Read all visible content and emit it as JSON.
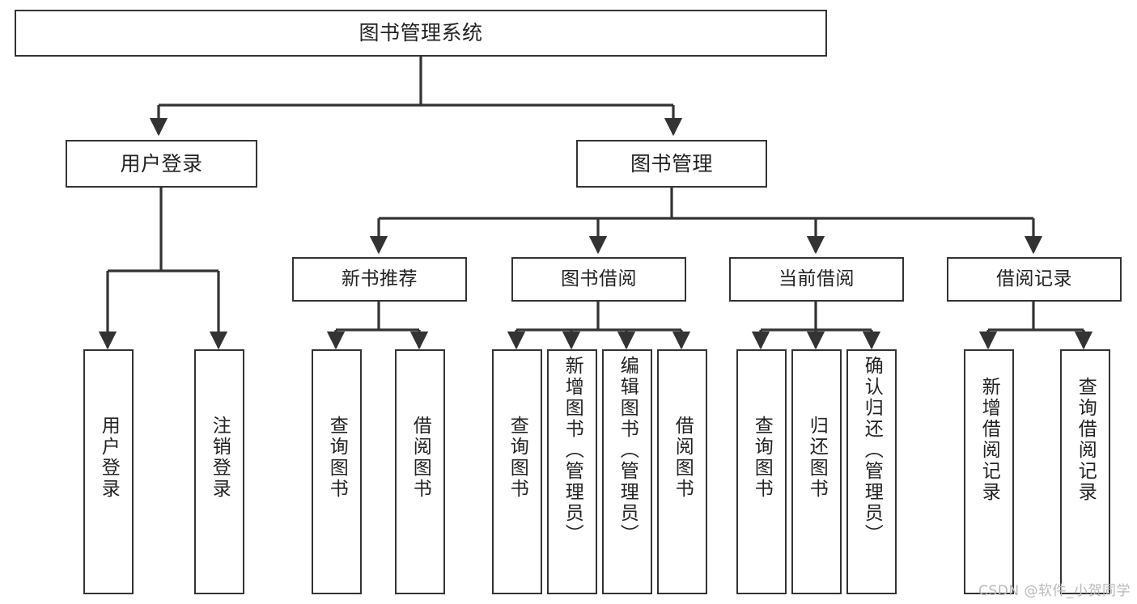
{
  "diagram": {
    "type": "hierarchy-tree",
    "title": "图书管理系统",
    "orientation": "top-down",
    "colors": {
      "box_border": "#333333",
      "box_fill": "#ffffff",
      "connector": "#333333",
      "text": "#222222",
      "watermark": "#b9b9b9"
    },
    "nodes": {
      "root": {
        "label": "图书管理系统",
        "level": 0,
        "orientation": "horizontal"
      },
      "l1": [
        {
          "id": "user-login",
          "label": "用户登录",
          "level": 1,
          "orientation": "horizontal"
        },
        {
          "id": "book-manage",
          "label": "图书管理",
          "level": 1,
          "orientation": "horizontal"
        }
      ],
      "l2": [
        {
          "id": "new-book-rec",
          "label": "新书推荐",
          "level": 2,
          "orientation": "horizontal",
          "parent": "book-manage"
        },
        {
          "id": "book-borrow",
          "label": "图书借阅",
          "level": 2,
          "orientation": "horizontal",
          "parent": "book-manage"
        },
        {
          "id": "current-borrow",
          "label": "当前借阅",
          "level": 2,
          "orientation": "horizontal",
          "parent": "book-manage"
        },
        {
          "id": "borrow-record",
          "label": "借阅记录",
          "level": 2,
          "orientation": "horizontal",
          "parent": "book-manage"
        }
      ],
      "leaves": [
        {
          "id": "leaf-user-login",
          "label": "用户登录",
          "parent": "user-login",
          "orientation": "vertical"
        },
        {
          "id": "leaf-logout",
          "label": "注销登录",
          "parent": "user-login",
          "orientation": "vertical"
        },
        {
          "id": "leaf-query-book-1",
          "label": "查询图书",
          "parent": "new-book-rec",
          "orientation": "vertical"
        },
        {
          "id": "leaf-borrow-book-1",
          "label": "借阅图书",
          "parent": "new-book-rec",
          "orientation": "vertical"
        },
        {
          "id": "leaf-query-book-2",
          "label": "查询图书",
          "parent": "book-borrow",
          "orientation": "vertical"
        },
        {
          "id": "leaf-add-book",
          "label": "新增图书（管理员）",
          "parent": "book-borrow",
          "orientation": "vertical"
        },
        {
          "id": "leaf-edit-book",
          "label": "编辑图书（管理员）",
          "parent": "book-borrow",
          "orientation": "vertical"
        },
        {
          "id": "leaf-borrow-book-2",
          "label": "借阅图书",
          "parent": "book-borrow",
          "orientation": "vertical"
        },
        {
          "id": "leaf-query-book-3",
          "label": "查询图书",
          "parent": "current-borrow",
          "orientation": "vertical"
        },
        {
          "id": "leaf-return-book",
          "label": "归还图书",
          "parent": "current-borrow",
          "orientation": "vertical"
        },
        {
          "id": "leaf-confirm-return",
          "label": "确认归还（管理员）",
          "parent": "current-borrow",
          "orientation": "vertical"
        },
        {
          "id": "leaf-add-record",
          "label": "新增借阅记录",
          "parent": "borrow-record",
          "orientation": "vertical"
        },
        {
          "id": "leaf-query-record",
          "label": "查询借阅记录",
          "parent": "borrow-record",
          "orientation": "vertical"
        }
      ]
    },
    "edges": [
      {
        "from": "图书管理系统",
        "to": "用户登录"
      },
      {
        "from": "图书管理系统",
        "to": "图书管理"
      },
      {
        "from": "用户登录",
        "to": "用户登录"
      },
      {
        "from": "用户登录",
        "to": "注销登录"
      },
      {
        "from": "图书管理",
        "to": "新书推荐"
      },
      {
        "from": "图书管理",
        "to": "图书借阅"
      },
      {
        "from": "图书管理",
        "to": "当前借阅"
      },
      {
        "from": "图书管理",
        "to": "借阅记录"
      },
      {
        "from": "新书推荐",
        "to": "查询图书"
      },
      {
        "from": "新书推荐",
        "to": "借阅图书"
      },
      {
        "from": "图书借阅",
        "to": "查询图书"
      },
      {
        "from": "图书借阅",
        "to": "新增图书（管理员）"
      },
      {
        "from": "图书借阅",
        "to": "编辑图书（管理员）"
      },
      {
        "from": "图书借阅",
        "to": "借阅图书"
      },
      {
        "from": "当前借阅",
        "to": "查询图书"
      },
      {
        "from": "当前借阅",
        "to": "归还图书"
      },
      {
        "from": "当前借阅",
        "to": "确认归还（管理员）"
      },
      {
        "from": "借阅记录",
        "to": "新增借阅记录"
      },
      {
        "from": "借阅记录",
        "to": "查询借阅记录"
      }
    ]
  },
  "watermark": {
    "text": "CSDN @软件_小贺同学"
  }
}
